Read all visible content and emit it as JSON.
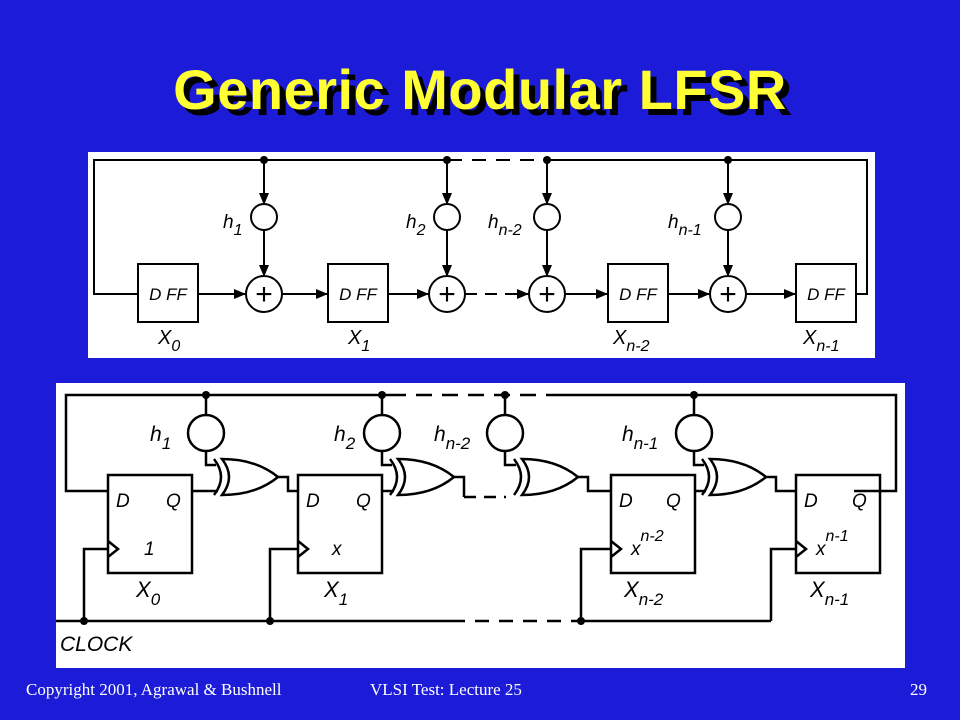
{
  "slide": {
    "title": "Generic Modular LFSR",
    "footer_left": "Copyright 2001, Agrawal & Bushnell",
    "footer_center": "VLSI Test: Lecture 25",
    "page_number": "29"
  },
  "top_diagram": {
    "ff_labels": [
      "D FF",
      "D FF",
      "D FF",
      "D FF"
    ],
    "state_labels": [
      {
        "main": "X",
        "sub": "0"
      },
      {
        "main": "X",
        "sub": "1"
      },
      {
        "main": "X",
        "sub": "n-2"
      },
      {
        "main": "X",
        "sub": "n-1"
      }
    ],
    "coefficients": [
      {
        "main": "h",
        "sub": "1"
      },
      {
        "main": "h",
        "sub": "2"
      },
      {
        "main": "h",
        "sub": "n-2"
      },
      {
        "main": "h",
        "sub": "n-1"
      }
    ],
    "adder_symbol": "+"
  },
  "bottom_diagram": {
    "d_label": "D",
    "q_label": "Q",
    "ff_contents": [
      {
        "main": "1",
        "sup": ""
      },
      {
        "main": "x",
        "sup": ""
      },
      {
        "main": "x",
        "sup": "n-2"
      },
      {
        "main": "x",
        "sup": "n-1"
      }
    ],
    "state_labels": [
      {
        "main": "X",
        "sub": "0"
      },
      {
        "main": "X",
        "sub": "1"
      },
      {
        "main": "X",
        "sub": "n-2"
      },
      {
        "main": "X",
        "sub": "n-1"
      }
    ],
    "coefficients": [
      {
        "main": "h",
        "sub": "1"
      },
      {
        "main": "h",
        "sub": "2"
      },
      {
        "main": "h",
        "sub": "n-2"
      },
      {
        "main": "h",
        "sub": "n-1"
      }
    ],
    "clock_label": "CLOCK"
  }
}
